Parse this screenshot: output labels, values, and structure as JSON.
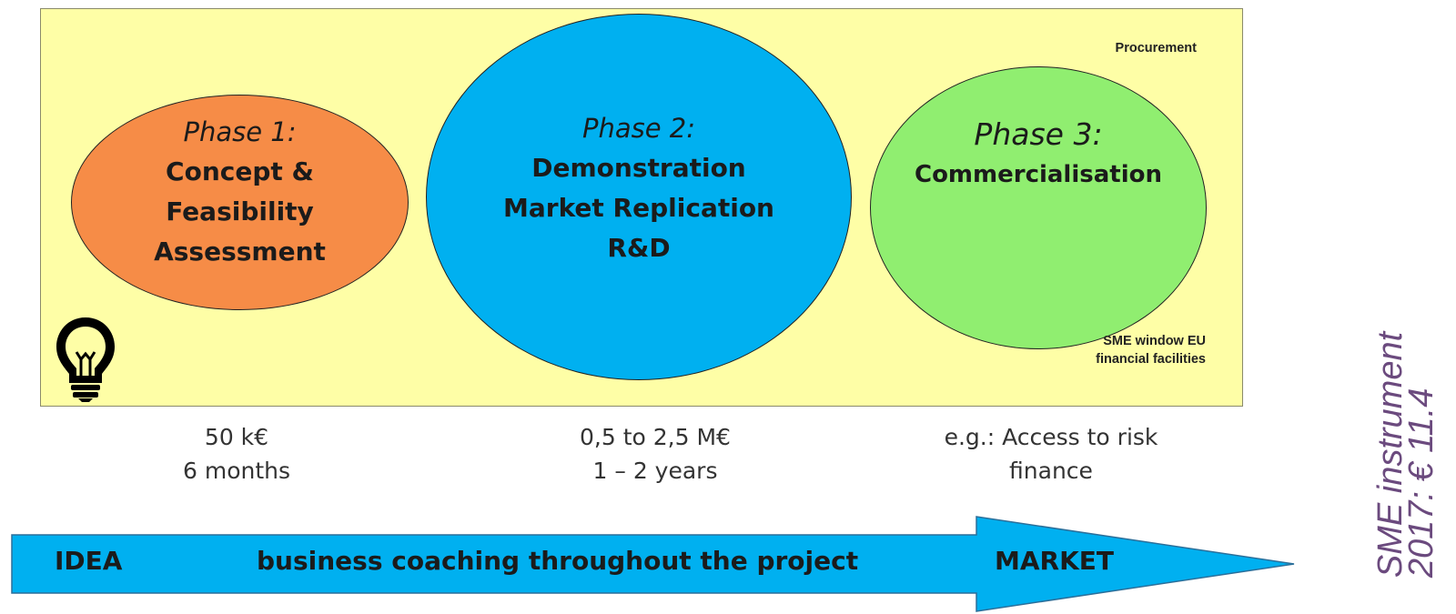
{
  "phases": [
    {
      "title": "Phase 1:",
      "lines": [
        "Concept &",
        "Feasibility",
        "Assessment"
      ]
    },
    {
      "title": "Phase 2:",
      "lines": [
        "Demonstration",
        "Market Replication",
        "R&D"
      ]
    },
    {
      "title": "Phase 3:",
      "lines": [
        "Commercialisation"
      ]
    }
  ],
  "labels": {
    "procurement": "Procurement",
    "sme_window_line1": "SME window EU",
    "sme_window_line2": "financial facilities"
  },
  "below": [
    {
      "line1": "50 k€",
      "line2": "6 months"
    },
    {
      "line1": "0,5 to 2,5 M€",
      "line2": "1 – 2 years"
    },
    {
      "line1": "e.g.: Access to risk",
      "line2": "finance"
    }
  ],
  "arrow": {
    "start": "IDEA",
    "middle": "business coaching throughout the project",
    "end": "MARKET"
  },
  "side": {
    "line1": "SME instrument",
    "line2": "2017: € 11.4"
  },
  "colors": {
    "background_panel": "#fefea6",
    "phase1": "#f68c47",
    "phase2": "#00b0f0",
    "phase3": "#90ee70",
    "arrow": "#00b0f0",
    "side_text": "#6b4a7e"
  },
  "icons": [
    "lightbulb-icon"
  ]
}
